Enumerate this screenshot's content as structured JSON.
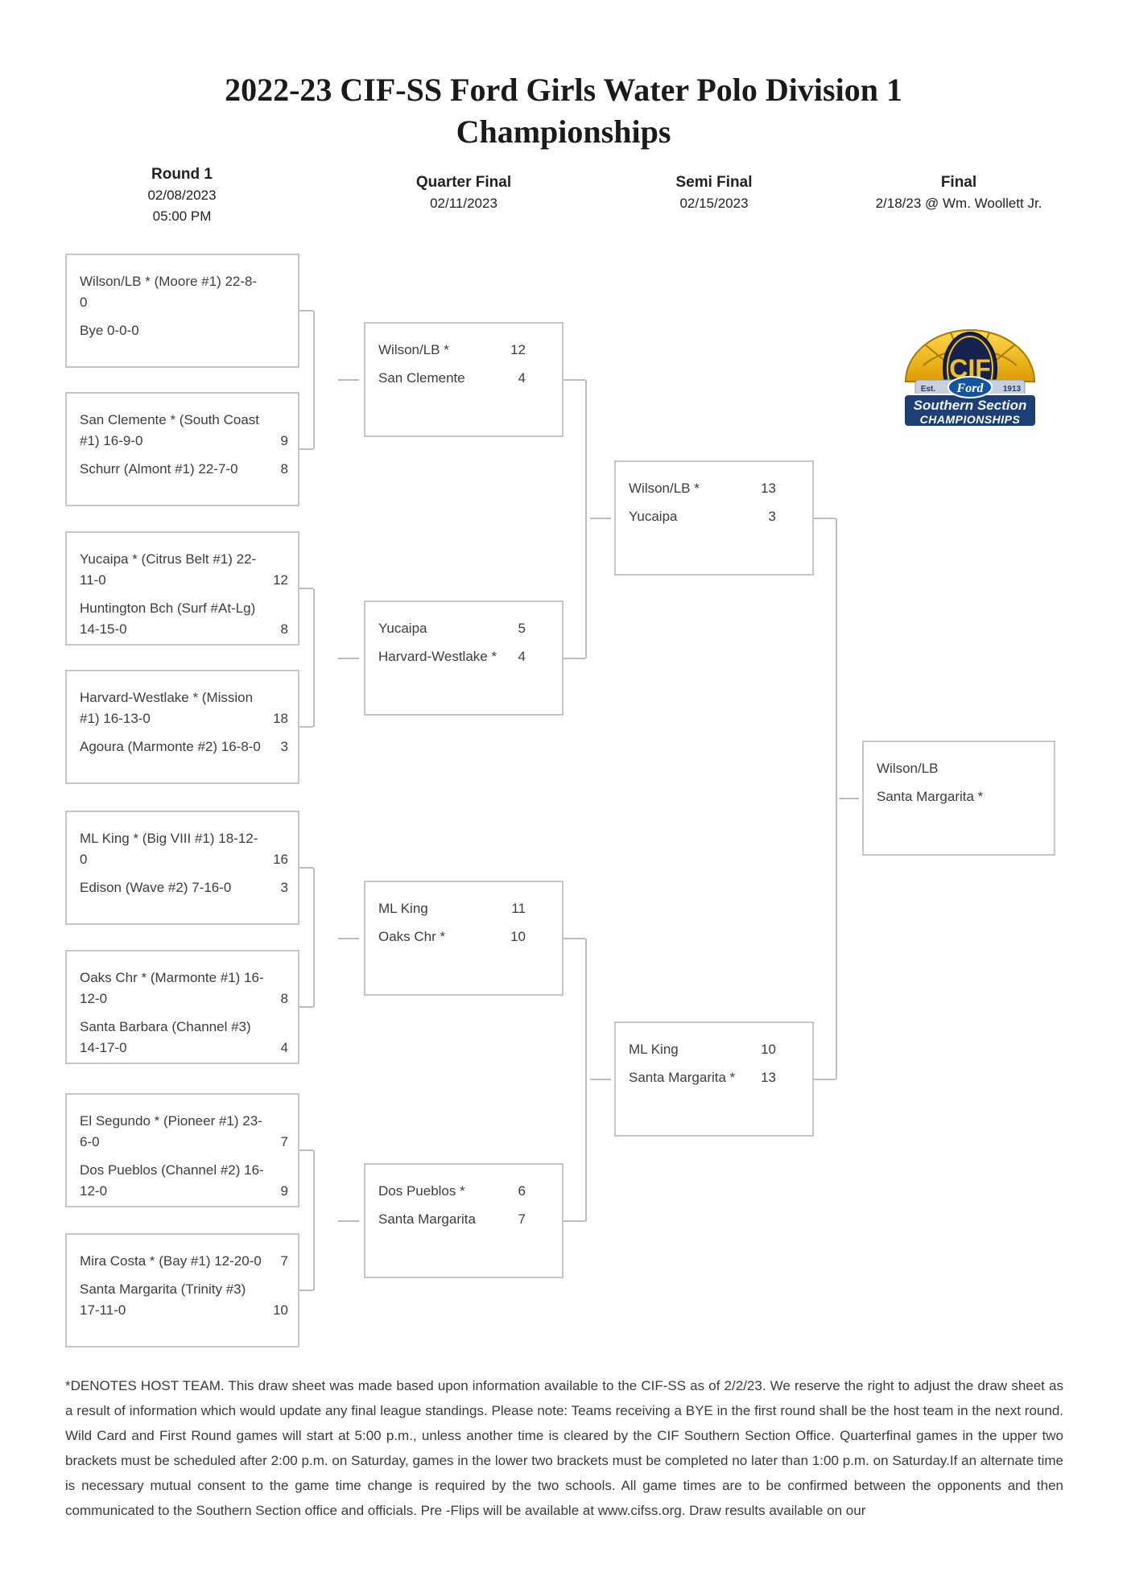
{
  "title": {
    "line1": "2022-23 CIF-SS Ford Girls Water Polo Division 1",
    "line2": "Championships"
  },
  "columns": [
    {
      "label": "Round 1",
      "date": "02/08/2023",
      "time": "05:00 PM"
    },
    {
      "label": "Quarter Final",
      "date": "02/11/2023",
      "time": ""
    },
    {
      "label": "Semi Final",
      "date": "02/15/2023",
      "time": ""
    },
    {
      "label": "Final",
      "date": "2/18/23 @ Wm. Woollett Jr.",
      "time": ""
    }
  ],
  "bracket": {
    "round1": [
      {
        "top": {
          "name": "Wilson/LB * (Moore #1) 22-8-0",
          "score": ""
        },
        "bottom": {
          "name": "Bye 0-0-0",
          "score": ""
        }
      },
      {
        "top": {
          "name": "San Clemente * (South Coast #1) 16-9-0",
          "score": "9"
        },
        "bottom": {
          "name": "Schurr (Almont #1) 22-7-0",
          "score": "8"
        }
      },
      {
        "top": {
          "name": "Yucaipa * (Citrus Belt #1) 22-11-0",
          "score": "12"
        },
        "bottom": {
          "name": "Huntington Bch (Surf #At-Lg) 14-15-0",
          "score": "8"
        }
      },
      {
        "top": {
          "name": "Harvard-Westlake * (Mission #1) 16-13-0",
          "score": "18"
        },
        "bottom": {
          "name": "Agoura (Marmonte #2) 16-8-0",
          "score": "3"
        }
      },
      {
        "top": {
          "name": "ML King * (Big VIII #1) 18-12-0",
          "score": "16"
        },
        "bottom": {
          "name": "Edison (Wave #2) 7-16-0",
          "score": "3"
        }
      },
      {
        "top": {
          "name": "Oaks Chr * (Marmonte #1) 16-12-0",
          "score": "8"
        },
        "bottom": {
          "name": "Santa Barbara (Channel #3) 14-17-0",
          "score": "4"
        }
      },
      {
        "top": {
          "name": "El Segundo * (Pioneer #1) 23-6-0",
          "score": "7"
        },
        "bottom": {
          "name": "Dos Pueblos (Channel #2) 16-12-0",
          "score": "9"
        }
      },
      {
        "top": {
          "name": "Mira Costa * (Bay #1) 12-20-0",
          "score": "7"
        },
        "bottom": {
          "name": "Santa Margarita (Trinity #3) 17-11-0",
          "score": "10"
        }
      }
    ],
    "quarterfinal": [
      {
        "top": {
          "name": "Wilson/LB *",
          "score": "12"
        },
        "bottom": {
          "name": "San Clemente",
          "score": "4"
        }
      },
      {
        "top": {
          "name": "Yucaipa",
          "score": "5"
        },
        "bottom": {
          "name": "Harvard-Westlake *",
          "score": "4"
        }
      },
      {
        "top": {
          "name": "ML King",
          "score": "11"
        },
        "bottom": {
          "name": "Oaks Chr *",
          "score": "10"
        }
      },
      {
        "top": {
          "name": "Dos Pueblos *",
          "score": "6"
        },
        "bottom": {
          "name": "Santa Margarita",
          "score": "7"
        }
      }
    ],
    "semifinal": [
      {
        "top": {
          "name": "Wilson/LB *",
          "score": "13"
        },
        "bottom": {
          "name": "Yucaipa",
          "score": "3"
        }
      },
      {
        "top": {
          "name": "ML King",
          "score": "10"
        },
        "bottom": {
          "name": "Santa Margarita *",
          "score": "13"
        }
      }
    ],
    "final": [
      {
        "top": {
          "name": "Wilson/LB",
          "score": ""
        },
        "bottom": {
          "name": "Santa Margarita *",
          "score": ""
        }
      }
    ]
  },
  "logo": {
    "cif": "CIF",
    "est": "Est.",
    "year": "1913",
    "ford": "Ford",
    "line1": "Southern Section",
    "line2": "CHAMPIONSHIPS"
  },
  "footer": {
    "text": "*DENOTES HOST TEAM. This draw sheet was made based upon information available to the CIF-SS as of 2/2/23. We reserve the right to adjust the draw sheet as a result of information which would update any final league standings. Please note: Teams receiving a BYE in the first round shall be the host team in the next round. Wild Card and First Round games will start at 5:00 p.m., unless another time is cleared by the CIF Southern Section Office. Quarterfinal games in the upper two brackets must be scheduled after 2:00 p.m. on Saturday, games in the lower two brackets must be completed no later than 1:00 p.m. on Saturday.If an alternate time is necessary mutual consent to the game time change is required by the two schools. All game times are to be confirmed between the opponents and then communicated to the Southern Section office and officials. Pre -Flips will be available at www.cifss.org. Draw results available on our"
  },
  "colors": {
    "box_border": "#c6c6c6",
    "connector_gray": "#bdbdbd",
    "logo_gold": "#f2c21c",
    "logo_navy": "#16224e",
    "banner_blue": "#1d3f73",
    "ford_blue": "#1254a3"
  }
}
